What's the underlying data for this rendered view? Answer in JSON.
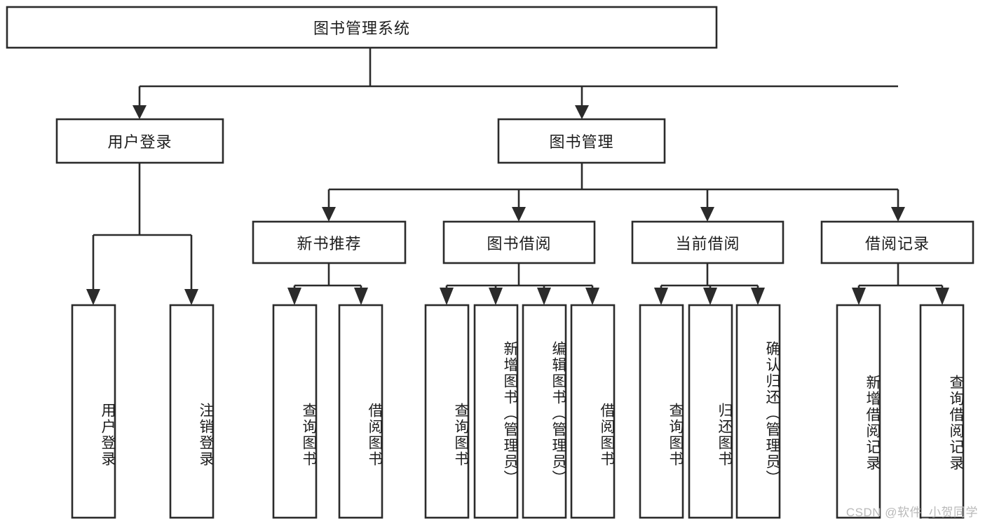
{
  "diagram": {
    "title": "图书管理系统",
    "type": "hierarchy-tree",
    "watermark": "CSDN @软件_小贺同学",
    "colors": {
      "stroke": "#2b2b2b",
      "box_fill": "#ffffff",
      "text": "#1d1d1d",
      "background": "#ffffff",
      "watermark": "#b9b9b9"
    },
    "nodes": {
      "root": {
        "label": "图书管理系统"
      },
      "level2": [
        {
          "label": "用户登录"
        },
        {
          "label": "图书管理"
        }
      ],
      "level3": [
        {
          "label": "新书推荐"
        },
        {
          "label": "图书借阅"
        },
        {
          "label": "当前借阅"
        },
        {
          "label": "借阅记录"
        }
      ],
      "leaves": [
        {
          "label": "用户登录",
          "parent": "用户登录"
        },
        {
          "label": "注销登录",
          "parent": "用户登录"
        },
        {
          "label": "查询图书",
          "parent": "新书推荐"
        },
        {
          "label": "借阅图书",
          "parent": "新书推荐"
        },
        {
          "label": "查询图书",
          "parent": "图书借阅"
        },
        {
          "label": "新增图书（管理员）",
          "parent": "图书借阅"
        },
        {
          "label": "编辑图书（管理员）",
          "parent": "图书借阅"
        },
        {
          "label": "借阅图书",
          "parent": "图书借阅"
        },
        {
          "label": "查询图书",
          "parent": "当前借阅"
        },
        {
          "label": "归还图书",
          "parent": "当前借阅"
        },
        {
          "label": "确认归还（管理员）",
          "parent": "当前借阅"
        },
        {
          "label": "新增借阅记录",
          "parent": "借阅记录"
        },
        {
          "label": "查询借阅记录",
          "parent": "借阅记录"
        }
      ]
    }
  }
}
